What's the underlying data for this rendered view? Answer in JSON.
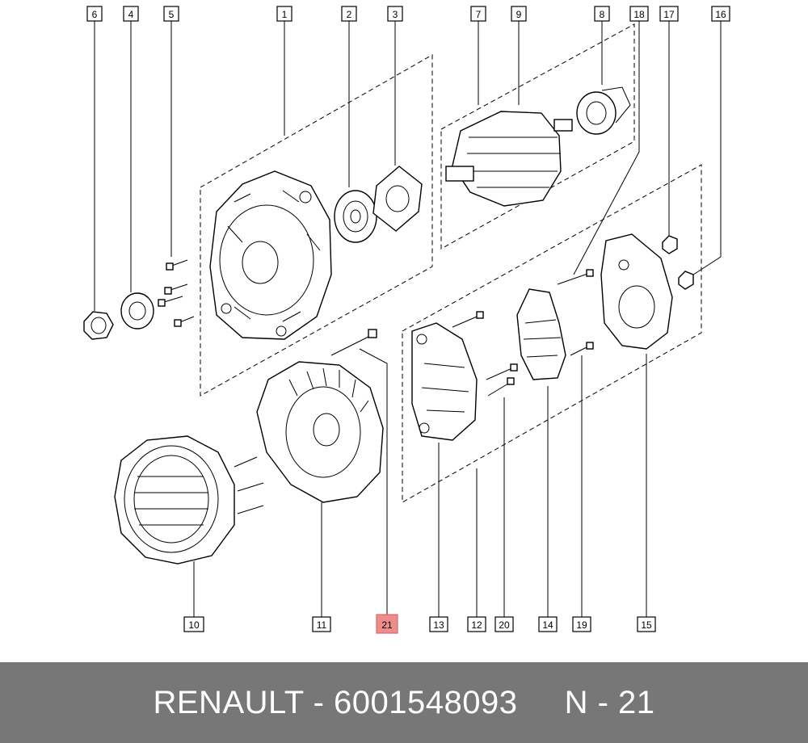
{
  "diagram": {
    "callouts": [
      "6",
      "4",
      "5",
      "1",
      "2",
      "3",
      "7",
      "9",
      "8",
      "18",
      "17",
      "16",
      "10",
      "11",
      "21",
      "13",
      "12",
      "20",
      "14",
      "19",
      "15"
    ],
    "highlight": "21"
  },
  "footer": {
    "text": "RENAULT - 6001548093     N - 21"
  },
  "colors": {
    "footer_bg": "#777777",
    "highlight": "#ee8b8b"
  }
}
